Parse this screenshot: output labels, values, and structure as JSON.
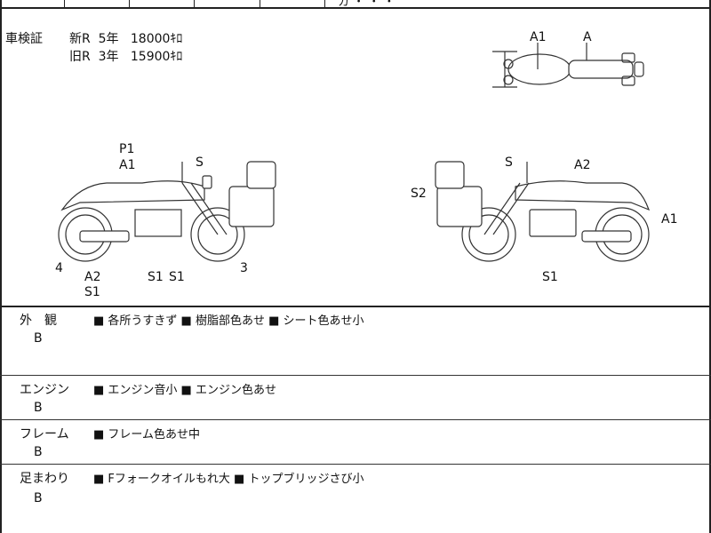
{
  "top_fragment": "カ ・ ・ ・",
  "certification": {
    "label": "車検証",
    "new_line": "新R  5年   18000ｷﾛ",
    "old_line": "旧R  3年   15900ｷﾛ"
  },
  "diagram": {
    "top_view": {
      "marks": [
        "A1",
        "A"
      ]
    },
    "left_view": {
      "marks": [
        "P1",
        "A1",
        "S",
        "4",
        "3",
        "A2",
        "S1",
        "S1",
        "S1"
      ]
    },
    "right_view": {
      "marks": [
        "S",
        "S2",
        "A2",
        "A1",
        "S1"
      ]
    }
  },
  "conditions": [
    {
      "label": "外　観",
      "grade": "B",
      "detail": "■ 各所うすきず ■ 樹脂部色あせ ■ シート色あせ小"
    },
    {
      "label": "エンジン",
      "grade": "B",
      "detail": "■ エンジン音小 ■ エンジン色あせ"
    },
    {
      "label": "フレーム",
      "grade": "B",
      "detail": "■ フレーム色あせ中"
    },
    {
      "label": "足まわり",
      "grade": "B",
      "detail": "■ Fフォークオイルもれ大 ■ トップブリッジさび小"
    }
  ]
}
